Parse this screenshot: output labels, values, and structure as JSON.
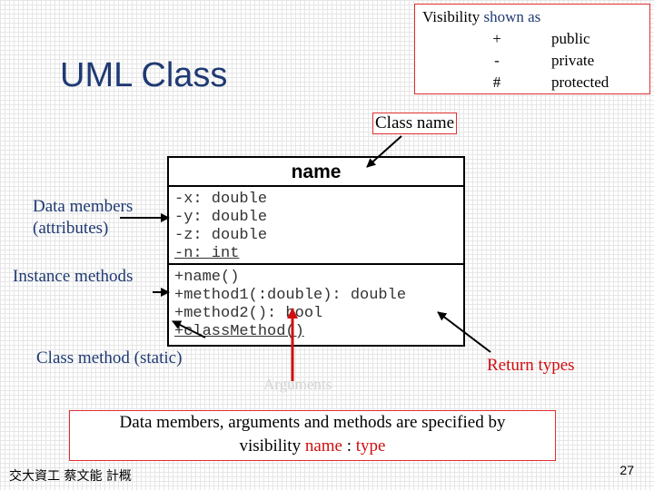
{
  "slide_title": "UML Class",
  "visibility": {
    "heading_plain": "Visibility ",
    "heading_colored": "shown as",
    "rows": [
      {
        "symbol": "+",
        "meaning": "public"
      },
      {
        "symbol": "-",
        "meaning": "private"
      },
      {
        "symbol": "#",
        "meaning": "protected"
      }
    ]
  },
  "uml_class": {
    "name": "name",
    "attributes": [
      "-x: double",
      "-y: double",
      "-z: double",
      "-n: int"
    ],
    "methods": [
      "+name()",
      "+method1(:double): double",
      "+method2(): bool",
      "+classMethod()"
    ]
  },
  "labels": {
    "class_name": "Class name",
    "data_members_line1": "Data members",
    "data_members_line2": "(attributes)",
    "instance_methods": "Instance methods",
    "class_method": "Class method (static)",
    "arguments": "Arguments",
    "return_types": "Return types"
  },
  "summary": {
    "line1": "Data members, arguments and methods are specified by",
    "line2_a": "visibility ",
    "line2_b": "name",
    "line2_c": " : ",
    "line2_d": "type"
  },
  "footer": "交大資工 蔡文能 計概",
  "page_number": "27",
  "colors": {
    "navy": "#1f3a73",
    "red": "#d01010",
    "border_red": "#e03030"
  }
}
